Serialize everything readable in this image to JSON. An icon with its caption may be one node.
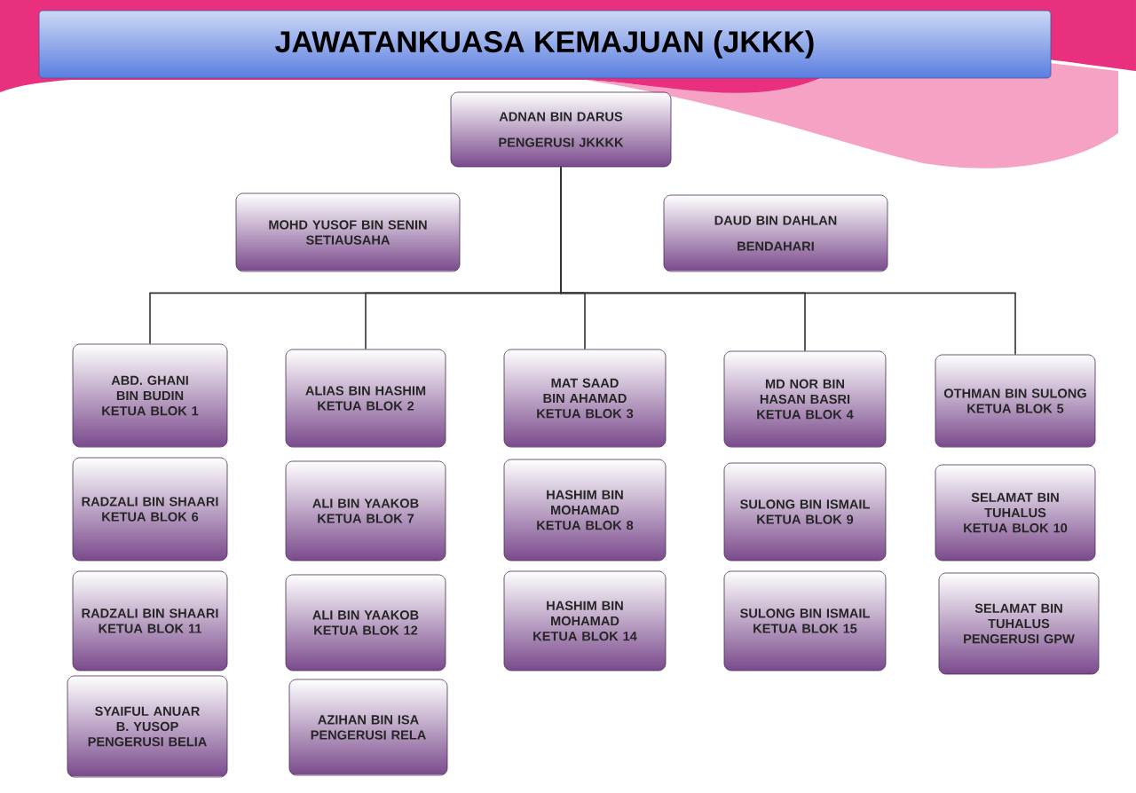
{
  "diagram": {
    "title": "JAWATANKUASA KEMAJUAN (JKKK)",
    "nodes": [
      {
        "text": [
          "ADNAN BIN DARUS",
          "PENGERUSI JKKKK"
        ]
      },
      {
        "text": [
          "MOHD YUSOF BIN SENIN",
          "SETIAUSAHA"
        ]
      },
      {
        "text": [
          "DAUD BIN DAHLAN",
          "BENDAHARI"
        ]
      },
      {
        "text": [
          "ABD. GHANI BIN BUDIN",
          "KETUA BLOK 1"
        ]
      },
      {
        "text": [
          "ALIAS BIN HASHIM",
          "KETUA BLOK 2"
        ]
      },
      {
        "text": [
          "MAT SAAD BIN AHAMAD",
          "KETUA BLOK 3"
        ]
      },
      {
        "text": [
          "MD NOR BIN HASAN BASRI",
          "KETUA BLOK 4"
        ]
      },
      {
        "text": [
          "OTHMAN BIN SULONG",
          "KETUA BLOK 5"
        ]
      },
      {
        "text": [
          "RADZALI BIN SHAARI",
          "KETUA BLOK 6"
        ]
      },
      {
        "text": [
          "ALI BIN YAAKOB",
          "KETUA BLOK 7"
        ]
      },
      {
        "text": [
          "HASHIM BIN MOHAMAD",
          "KETUA BLOK 8"
        ]
      },
      {
        "text": [
          "SULONG BIN ISMAIL",
          "KETUA BLOK 9"
        ]
      },
      {
        "text": [
          "SELAMAT BIN TUHALUS",
          "KETUA BLOK 10"
        ]
      },
      {
        "text": [
          "RADZALI BIN SHAARI",
          "KETUA BLOK 11"
        ]
      },
      {
        "text": [
          "ALI BIN YAAKOB",
          "KETUA BLOK 12"
        ]
      },
      {
        "text": [
          "HASHIM BIN MOHAMAD",
          "KETUA BLOK 14"
        ]
      },
      {
        "text": [
          "SULONG BIN ISMAIL",
          "KETUA BLOK 15"
        ]
      },
      {
        "text": [
          "SELAMAT BIN TUHALUS",
          "PENGERUSI GPW"
        ]
      },
      {
        "text": [
          "SYAIFUL ANUAR B. YUSOP",
          "PENGERUSI BELIA"
        ]
      },
      {
        "text": [
          "AZIHAN BIN ISA",
          "PENGERUSI RELA"
        ]
      }
    ],
    "edges": [
      {
        "from": 0,
        "to": 3,
        "arrow": "none"
      },
      {
        "from": 0,
        "to": 4,
        "arrow": "none"
      },
      {
        "from": 0,
        "to": 5,
        "arrow": "none"
      },
      {
        "from": 0,
        "to": 6,
        "arrow": "none"
      },
      {
        "from": 0,
        "to": 7,
        "arrow": "none"
      }
    ]
  }
}
